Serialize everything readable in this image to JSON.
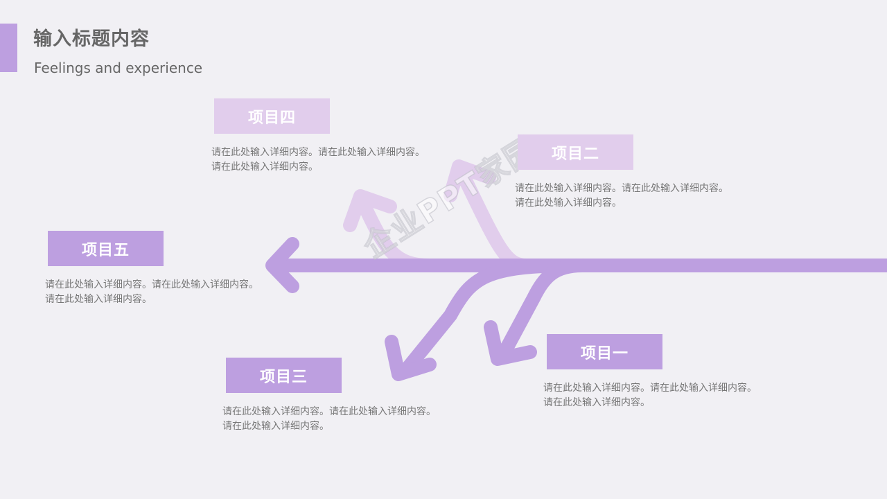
{
  "header": {
    "title": "输入标题内容",
    "subtitle": "Feelings and experience"
  },
  "colors": {
    "accent": "#bd9fe0",
    "accent_light": "#e1cdec",
    "background": "#f1f0f4",
    "text": "#666666"
  },
  "items": [
    {
      "label": "项目一",
      "line1": "请在此处输入详细内容。请在此处输入详细内容。",
      "line2": "请在此处输入详细内容。"
    },
    {
      "label": "项目二",
      "line1": "请在此处输入详细内容。请在此处输入详细内容。",
      "line2": "请在此处输入详细内容。"
    },
    {
      "label": "项目三",
      "line1": "请在此处输入详细内容。请在此处输入详细内容。",
      "line2": "请在此处输入详细内容。"
    },
    {
      "label": "项目四",
      "line1": "请在此处输入详细内容。请在此处输入详细内容。",
      "line2": "请在此处输入详细内容。"
    },
    {
      "label": "项目五",
      "line1": "请在此处输入详细内容。请在此处输入详细内容。",
      "line2": "请在此处输入详细内容。"
    }
  ],
  "watermark": "企业PPT家园"
}
